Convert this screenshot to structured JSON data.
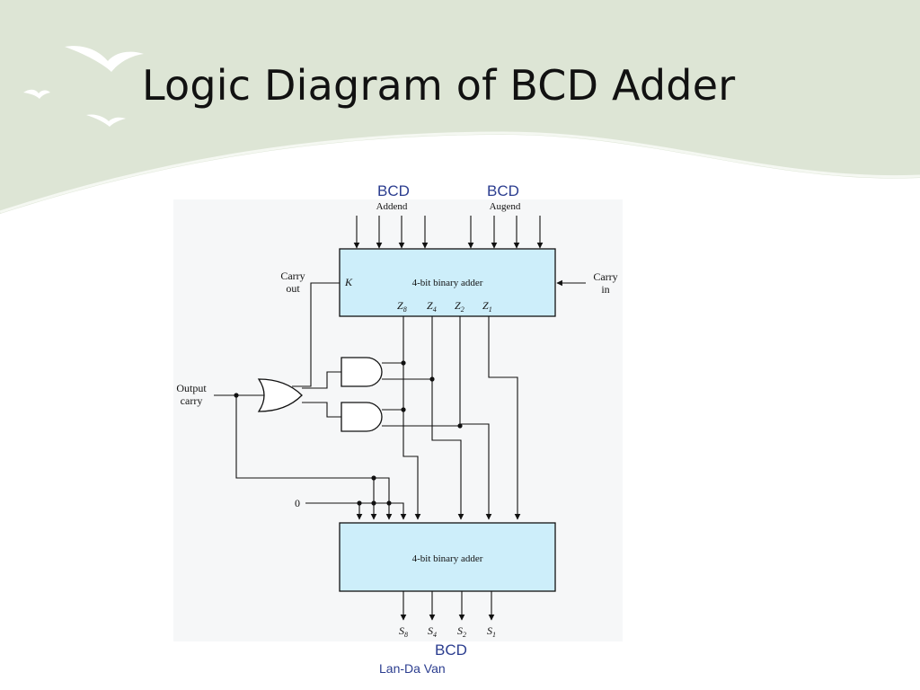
{
  "slide": {
    "title": "Logic Diagram of BCD Adder",
    "author": "Lan-Da Van",
    "colors": {
      "banner": "#dde5d5",
      "highlight": "#2b3d8f",
      "block_fill": "#cdeefa"
    }
  },
  "diagram": {
    "top_left_group": "BCD",
    "top_left_sub": "Addend",
    "top_right_group": "BCD",
    "top_right_sub": "Augend",
    "upper_adder_label": "4-bit binary adder",
    "lower_adder_label": "4-bit binary adder",
    "carry_out_1": "Carry",
    "carry_out_2": "out",
    "carry_in_1": "Carry",
    "carry_in_2": "in",
    "k_label": "K",
    "z_labels": [
      "Z",
      "Z",
      "Z",
      "Z"
    ],
    "z_subs": [
      "8",
      "4",
      "2",
      "1"
    ],
    "output_carry_1": "Output",
    "output_carry_2": "carry",
    "zero_label": "0",
    "s_labels": [
      "S",
      "S",
      "S",
      "S"
    ],
    "s_subs": [
      "8",
      "4",
      "2",
      "1"
    ],
    "bottom_group": "BCD"
  }
}
